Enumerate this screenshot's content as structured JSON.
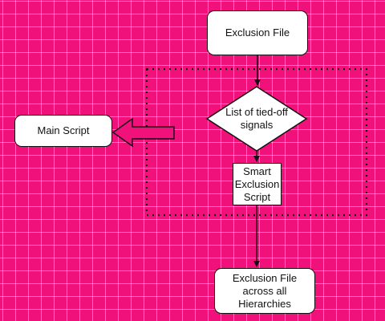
{
  "nodes": {
    "exclusion_file": "Exclusion File",
    "main_script": "Main Script",
    "tied_off_signals": "List of tied-off\nsignals",
    "smart_exclusion_script": "Smart\nExclusion\nScript",
    "exclusion_file_all": "Exclusion File\nacross all\nHierarchies"
  },
  "colors": {
    "background": "#f0117a",
    "grid": "#ffe696",
    "node_fill": "#ffffff",
    "stroke": "#111111"
  }
}
